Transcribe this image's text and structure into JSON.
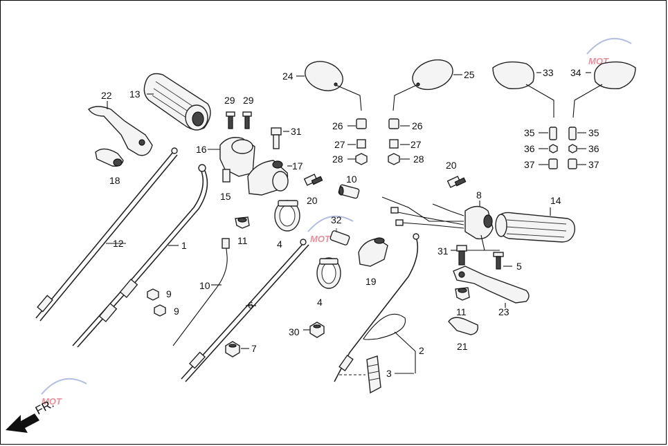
{
  "labels": [
    {
      "id": "1",
      "text": "1"
    },
    {
      "id": "2",
      "text": "2"
    },
    {
      "id": "3",
      "text": "3"
    },
    {
      "id": "4a",
      "text": "4"
    },
    {
      "id": "4b",
      "text": "4"
    },
    {
      "id": "5",
      "text": "5"
    },
    {
      "id": "6",
      "text": "6"
    },
    {
      "id": "7",
      "text": "7"
    },
    {
      "id": "8",
      "text": "8"
    },
    {
      "id": "9a",
      "text": "9"
    },
    {
      "id": "9b",
      "text": "9"
    },
    {
      "id": "10a",
      "text": "10"
    },
    {
      "id": "10b",
      "text": "10"
    },
    {
      "id": "11a",
      "text": "11"
    },
    {
      "id": "11b",
      "text": "11"
    },
    {
      "id": "12",
      "text": "12"
    },
    {
      "id": "13",
      "text": "13"
    },
    {
      "id": "14",
      "text": "14"
    },
    {
      "id": "15",
      "text": "15"
    },
    {
      "id": "16",
      "text": "16"
    },
    {
      "id": "17",
      "text": "17"
    },
    {
      "id": "18",
      "text": "18"
    },
    {
      "id": "19",
      "text": "19"
    },
    {
      "id": "20a",
      "text": "20"
    },
    {
      "id": "20b",
      "text": "20"
    },
    {
      "id": "21",
      "text": "21"
    },
    {
      "id": "22",
      "text": "22"
    },
    {
      "id": "23",
      "text": "23"
    },
    {
      "id": "24",
      "text": "24"
    },
    {
      "id": "25",
      "text": "25"
    },
    {
      "id": "26a",
      "text": "26"
    },
    {
      "id": "26b",
      "text": "26"
    },
    {
      "id": "27a",
      "text": "27"
    },
    {
      "id": "27b",
      "text": "27"
    },
    {
      "id": "28a",
      "text": "28"
    },
    {
      "id": "28b",
      "text": "28"
    },
    {
      "id": "29a",
      "text": "29"
    },
    {
      "id": "29b",
      "text": "29"
    },
    {
      "id": "30",
      "text": "30"
    },
    {
      "id": "31a",
      "text": "31"
    },
    {
      "id": "31b",
      "text": "31"
    },
    {
      "id": "32",
      "text": "32"
    },
    {
      "id": "33",
      "text": "33"
    },
    {
      "id": "34",
      "text": "34"
    },
    {
      "id": "35a",
      "text": "35"
    },
    {
      "id": "35b",
      "text": "35"
    },
    {
      "id": "36a",
      "text": "36"
    },
    {
      "id": "36b",
      "text": "36"
    },
    {
      "id": "37a",
      "text": "37"
    },
    {
      "id": "37b",
      "text": "37"
    }
  ],
  "front_indicator": "FR.",
  "watermark": "MOT",
  "colors": {
    "line": "#111111",
    "watermark": "#d8334a",
    "watermark_blue": "#3b5bb5"
  },
  "icons": [
    "front-arrow-icon",
    "watermark-logo-icon"
  ]
}
